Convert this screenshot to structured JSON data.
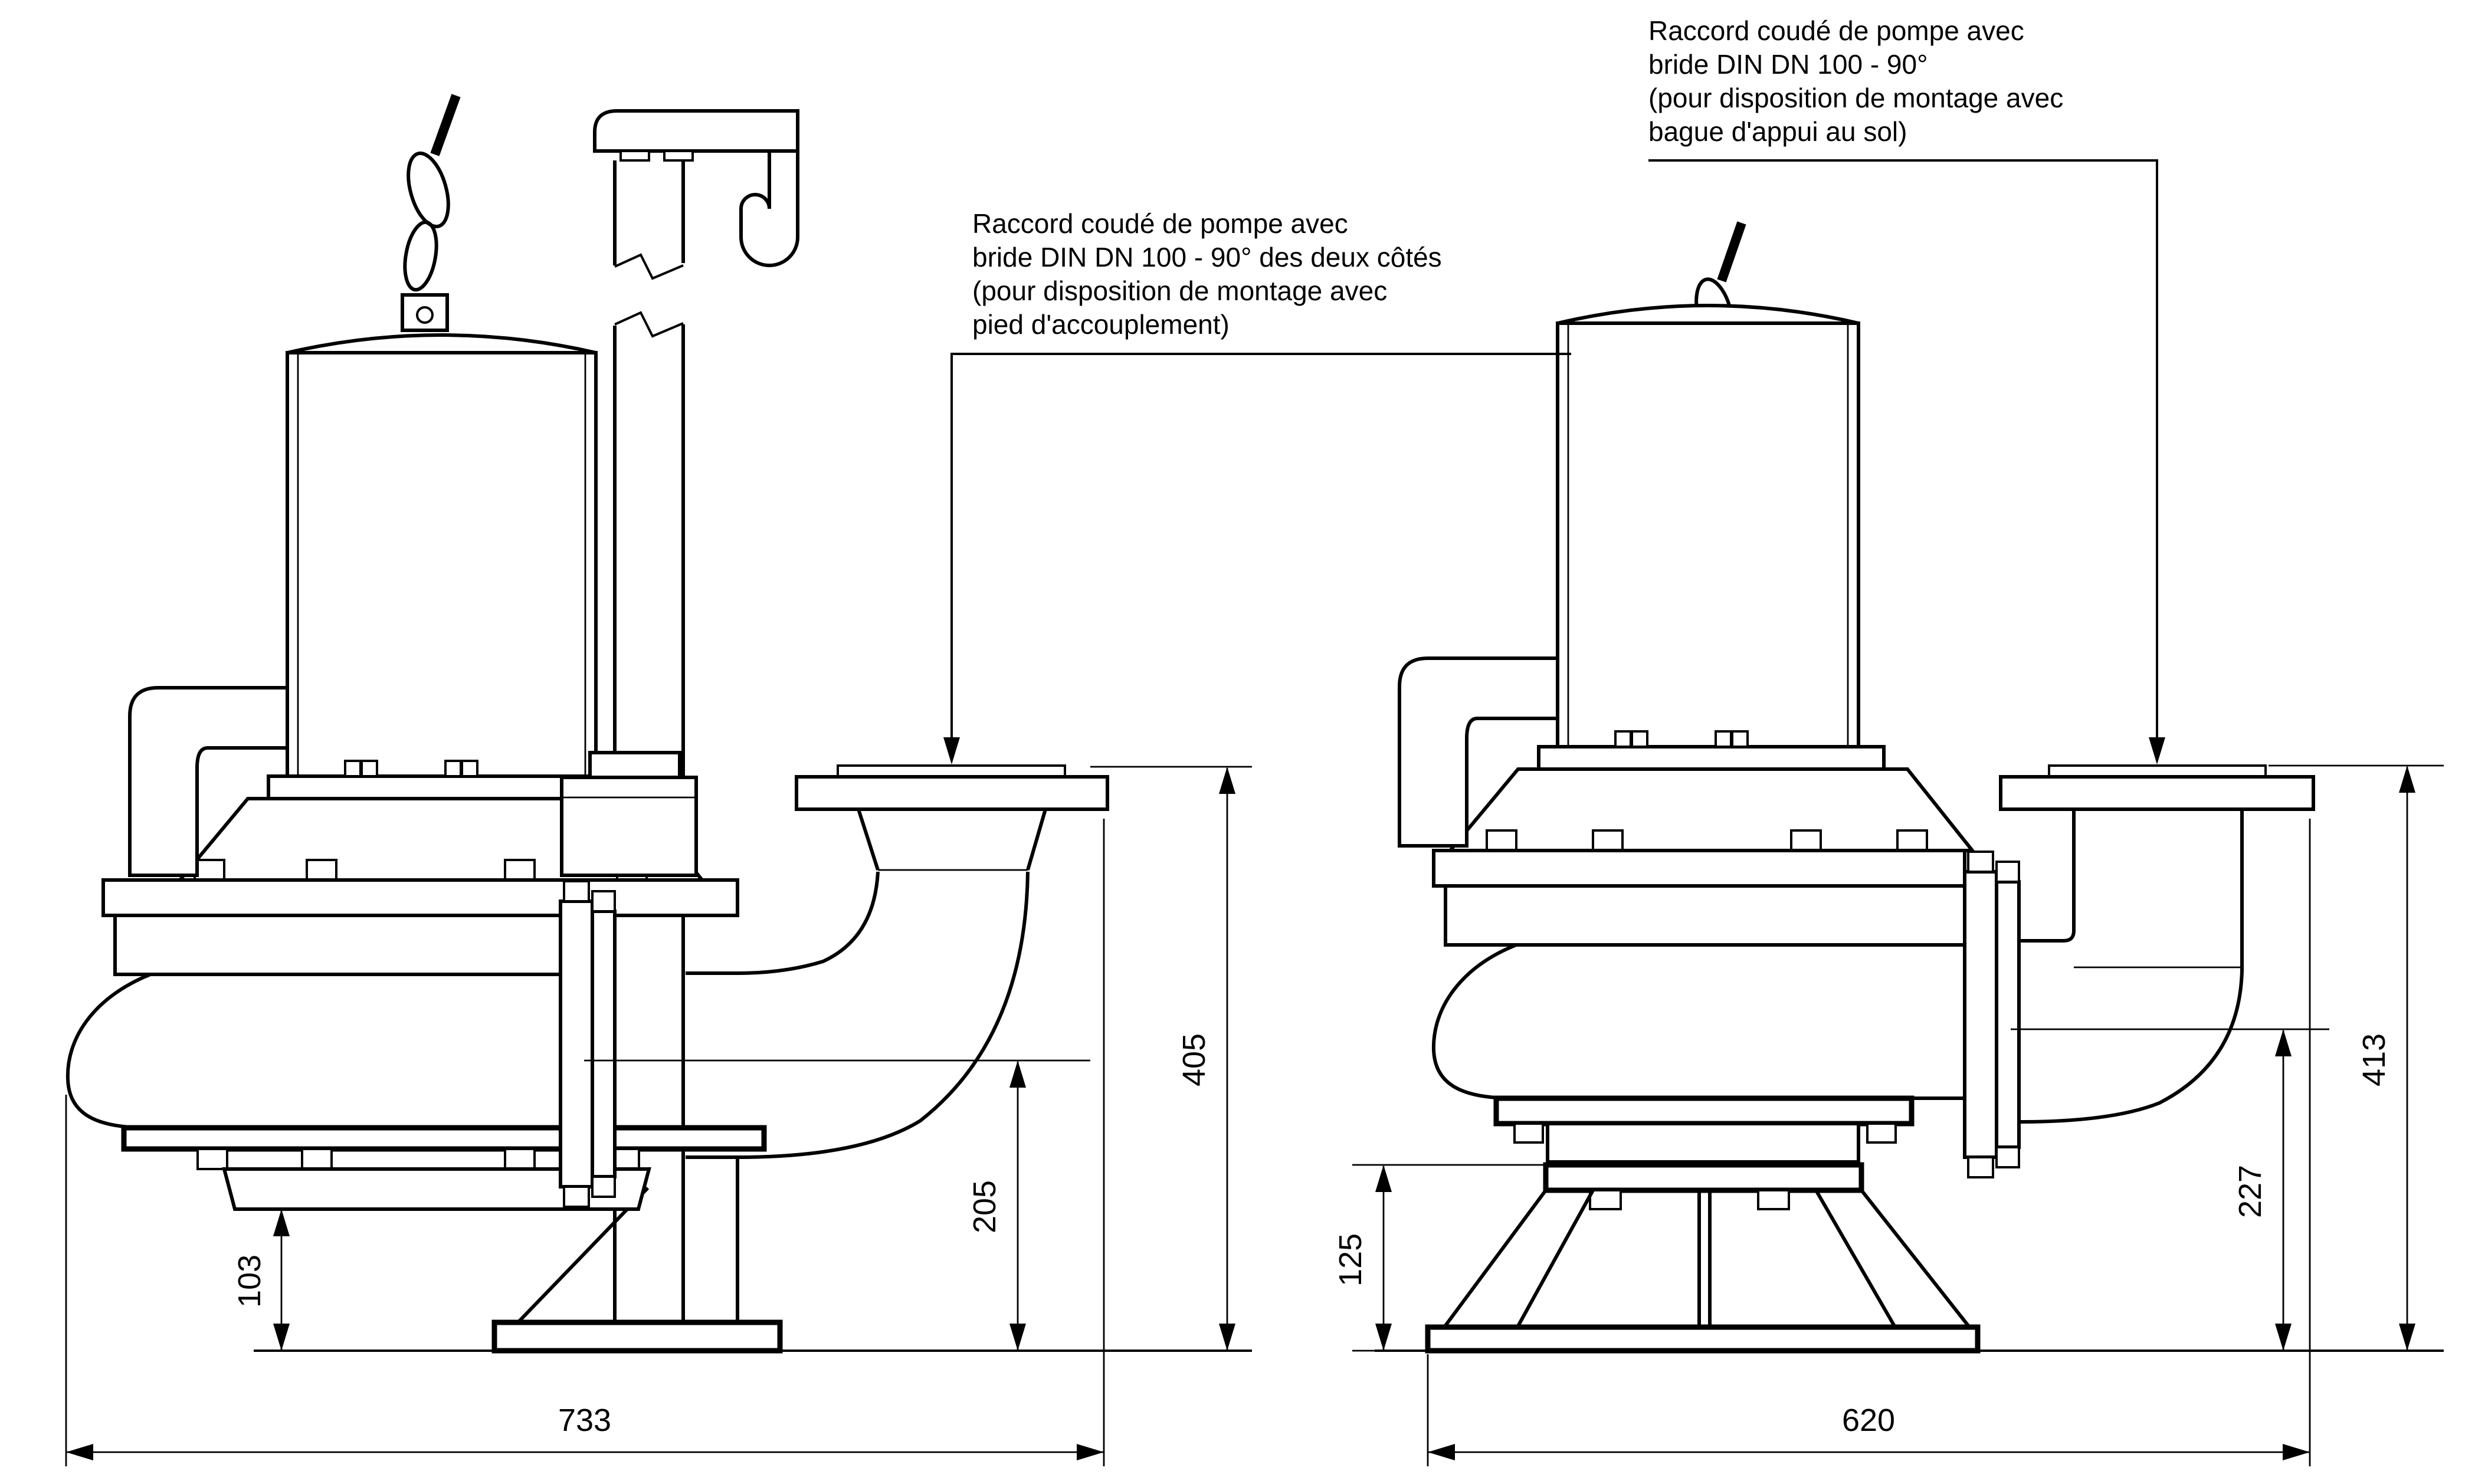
{
  "colors": {
    "line": "#000000",
    "background": "#ffffff"
  },
  "annotations": {
    "left": {
      "lines": [
        "Raccord coudé de pompe avec",
        "bride DIN DN 100 - 90° des deux côtés",
        "(pour disposition de montage avec",
        "pied d'accouplement)"
      ]
    },
    "right": {
      "lines": [
        "Raccord coudé de pompe avec",
        "bride DIN DN 100 - 90°",
        "(pour disposition de montage avec",
        "bague d'appui au sol)"
      ]
    }
  },
  "views": {
    "left": {
      "arrangement": "pied d'accouplement",
      "dimensions": {
        "ground_clearance": "103",
        "outlet_centerline_height": "205",
        "flange_height": "405",
        "overall_width": "733"
      }
    },
    "right": {
      "arrangement": "bague d'appui au sol",
      "dimensions": {
        "ground_clearance": "125",
        "outlet_centerline_height": "227",
        "flange_height": "413",
        "overall_width": "620"
      }
    }
  }
}
